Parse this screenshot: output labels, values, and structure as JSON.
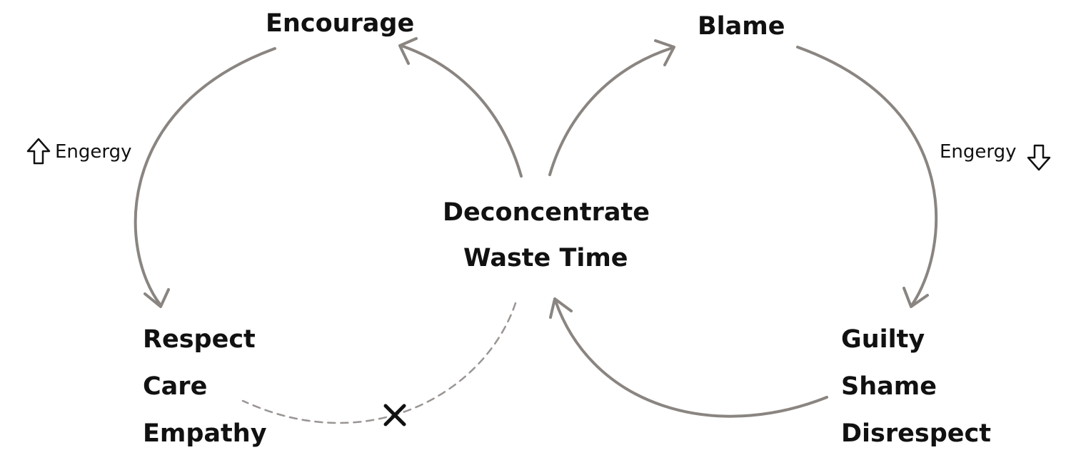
{
  "nodes": {
    "encourage": "Encourage",
    "blame": "Blame",
    "center": [
      "Deconcentrate",
      "Waste Time"
    ],
    "positive": [
      "Respect",
      "Care",
      "Empathy"
    ],
    "negative": [
      "Guilty",
      "Shame",
      "Disrespect"
    ]
  },
  "energy": {
    "left": "Engergy",
    "right": "Engergy"
  },
  "icons": {
    "left": "arrow-up-outline-icon",
    "right": "arrow-down-outline-icon",
    "blocked": "cross-icon"
  },
  "colors": {
    "arrow": "#8a8581",
    "dashed": "#9a9593",
    "text": "#111111"
  }
}
